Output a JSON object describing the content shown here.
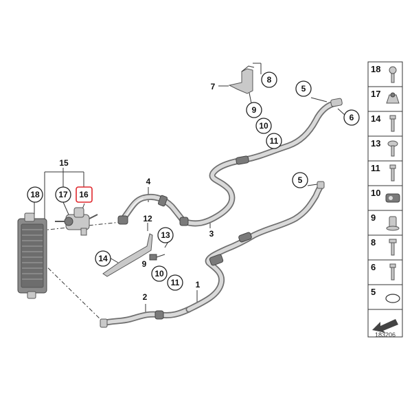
{
  "diagram": {
    "callouts": {
      "c1": "1",
      "c2": "2",
      "c3": "3",
      "c4": "4",
      "c5a": "5",
      "c5b": "5",
      "c6": "6",
      "c7": "7",
      "c8": "8",
      "c9a": "9",
      "c9b": "9",
      "c10a": "10",
      "c10b": "10",
      "c11a": "11",
      "c11b": "11",
      "c12": "12",
      "c13": "13",
      "c14": "14",
      "c15": "15",
      "c16": "16",
      "c17": "17",
      "c18": "18"
    },
    "parts_panel": [
      "18",
      "17",
      "14",
      "13",
      "11",
      "10",
      "9",
      "8",
      "6",
      "5"
    ],
    "reference_number": "183206",
    "highlight_color": "#e0262b"
  }
}
